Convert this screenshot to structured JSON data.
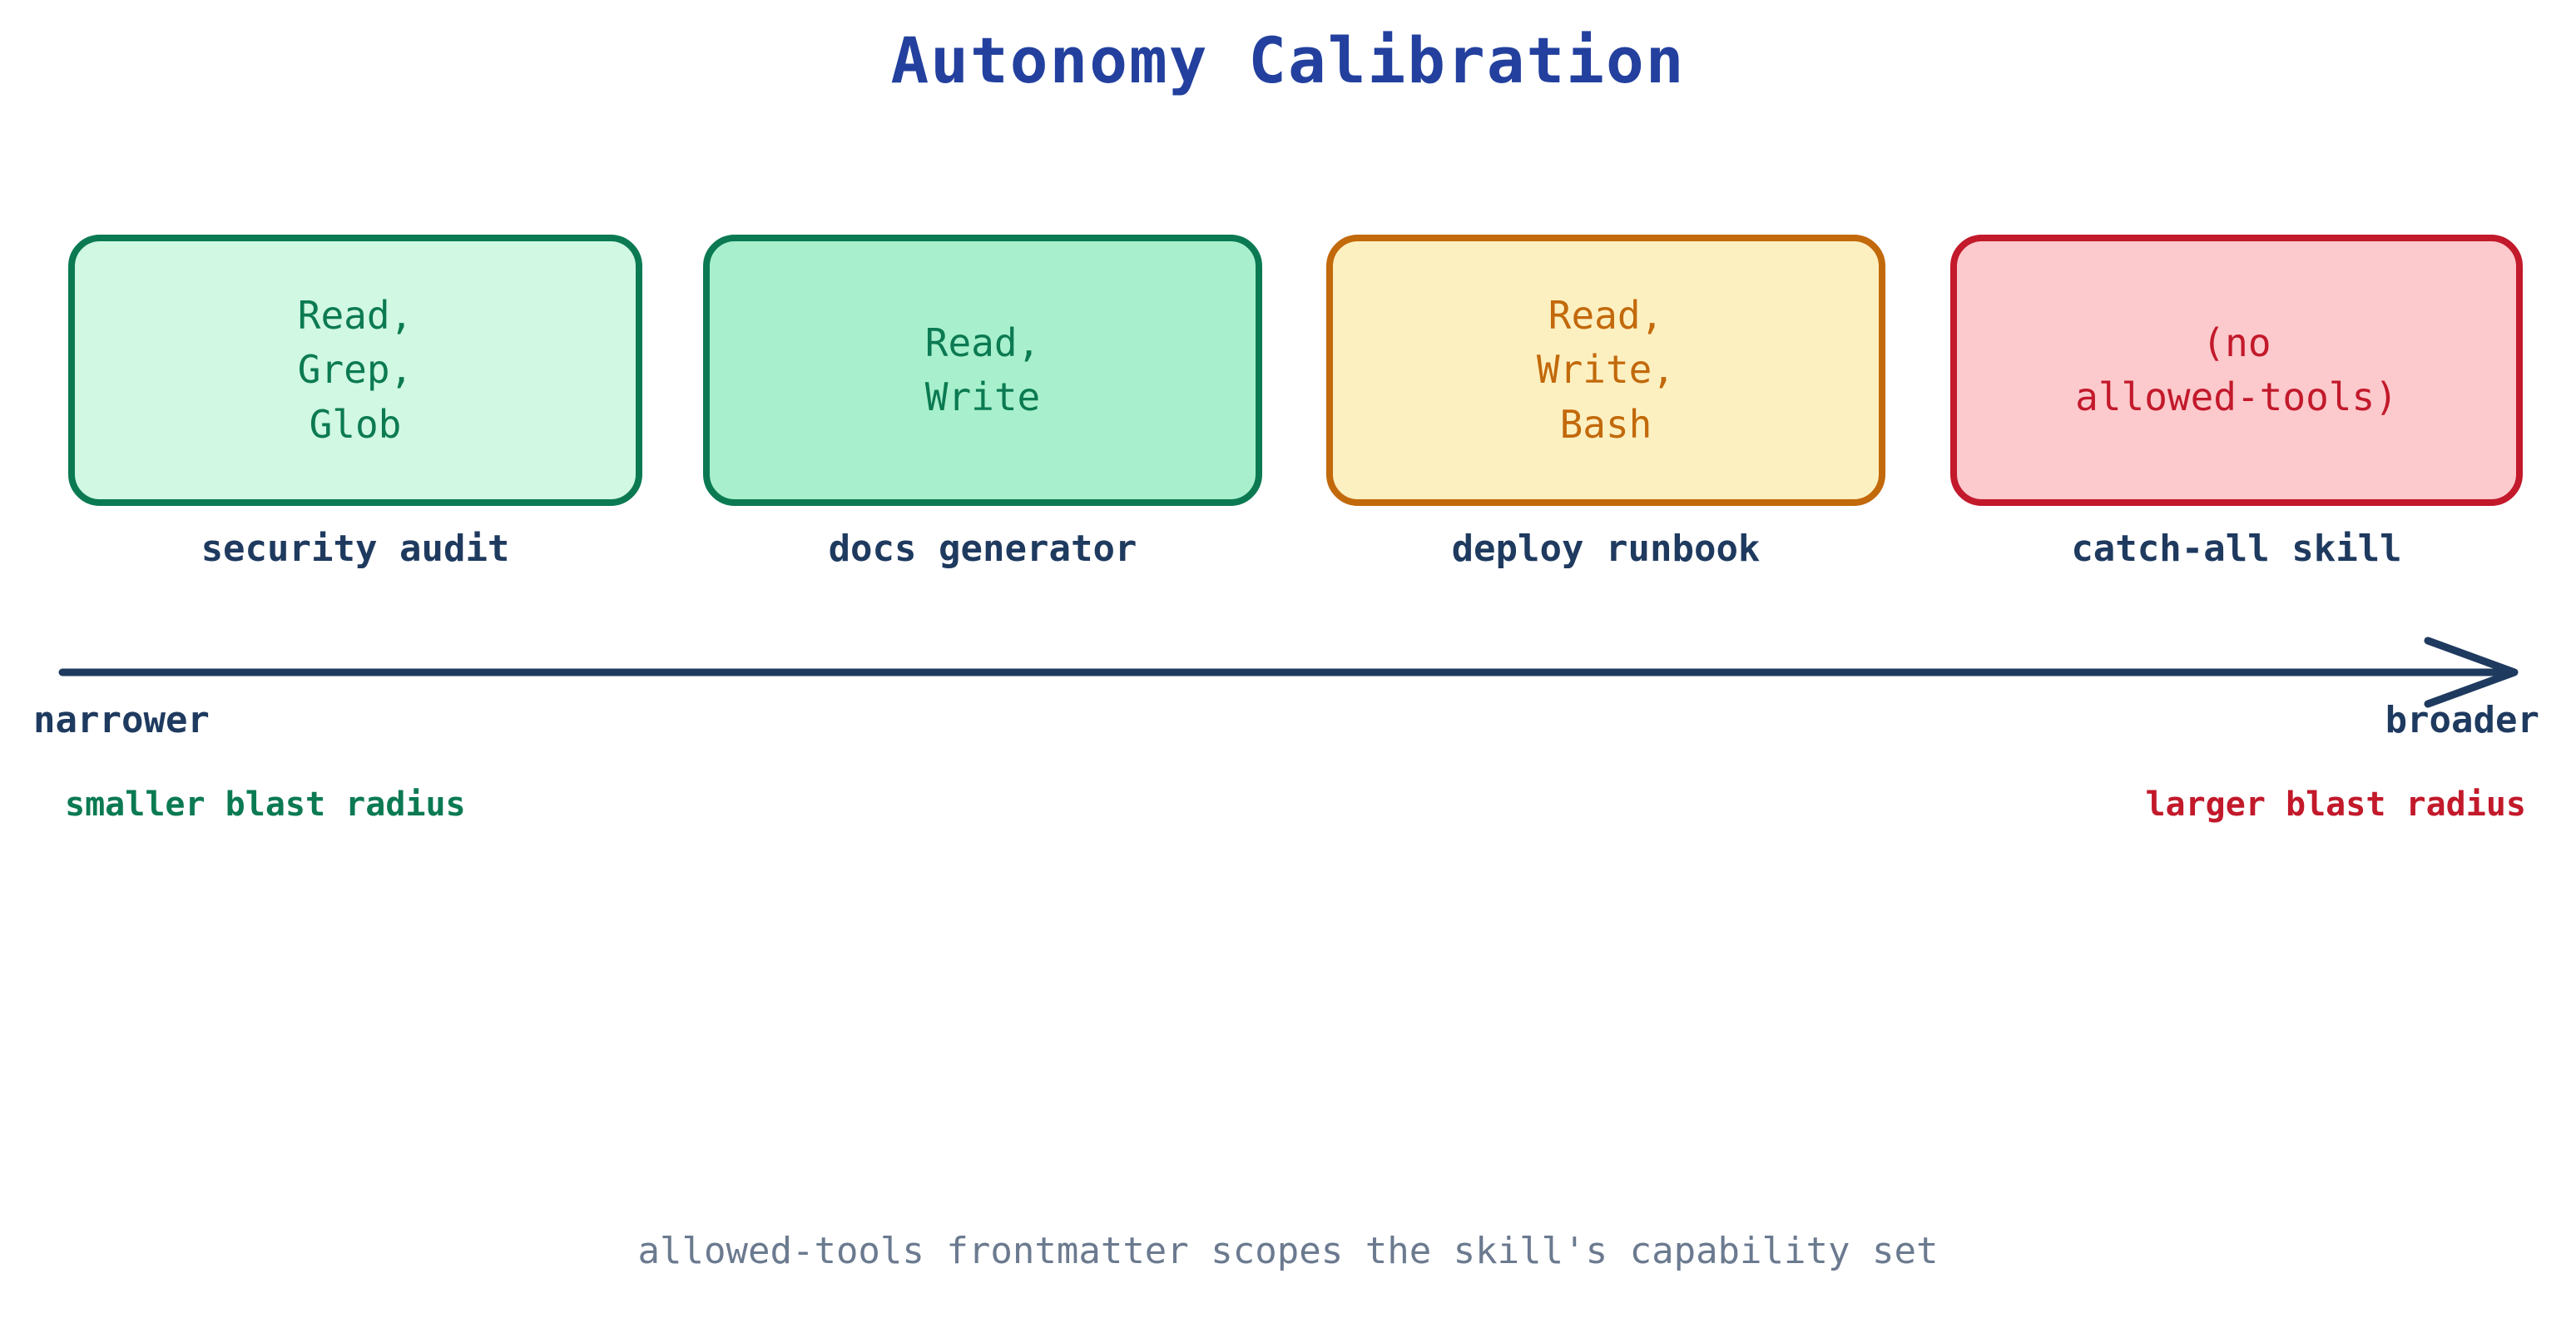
{
  "title": "Autonomy Calibration",
  "tiers": [
    {
      "tools": "Read,\nGrep,\nGlob",
      "label": "security audit",
      "fill": "#d0f8e2",
      "border": "#0b7a52",
      "text_color": "#0b7a52"
    },
    {
      "tools": "Read,\nWrite",
      "label": "docs generator",
      "fill": "#a8f0cd",
      "border": "#0b7a52",
      "text_color": "#0b7a52"
    },
    {
      "tools": "Read,\nWrite,\nBash",
      "label": "deploy runbook",
      "fill": "#fdf0c0",
      "border": "#c2690b",
      "text_color": "#c2690b"
    },
    {
      "tools": "(no\nallowed-tools)",
      "label": "catch-all skill",
      "fill": "#fcc9cc",
      "border": "#c2192b",
      "text_color": "#c2192b"
    }
  ],
  "axis": {
    "left_label": "narrower",
    "right_label": "broader",
    "left_note": "smaller blast radius",
    "right_note": "larger blast radius",
    "line_color": "#1f3a5f",
    "left_note_color": "#0b7a52",
    "right_note_color": "#c2192b"
  },
  "footnote": "allowed-tools frontmatter scopes the skill's capability set",
  "colors": {
    "title": "#23409e",
    "label": "#1f3a5f",
    "footnote": "#6b7a8f",
    "background": "#ffffff"
  }
}
